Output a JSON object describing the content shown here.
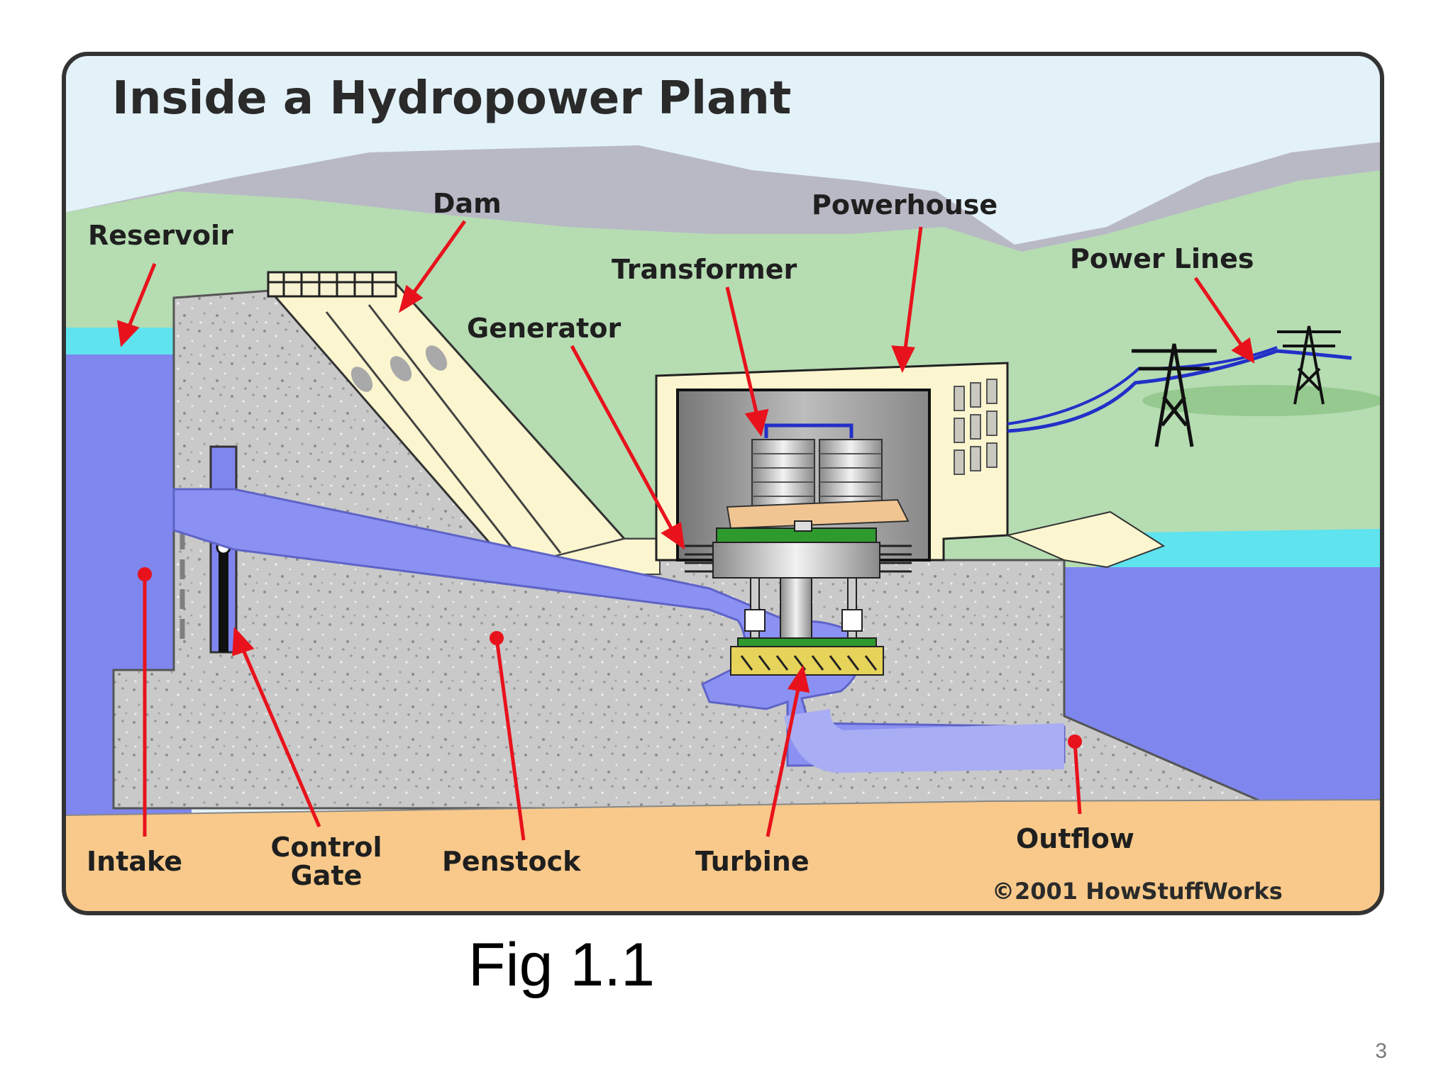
{
  "diagram": {
    "title": "Inside a Hydropower Plant",
    "labels": {
      "reservoir": "Reservoir",
      "dam": "Dam",
      "powerhouse": "Powerhouse",
      "transformer": "Transformer",
      "generator": "Generator",
      "power_lines": "Power Lines",
      "intake": "Intake",
      "control_gate_line1": "Control",
      "control_gate_line2": "Gate",
      "penstock": "Penstock",
      "turbine": "Turbine",
      "outflow": "Outflow"
    },
    "copyright": "©2001 HowStuffWorks",
    "colors": {
      "arrow": "#e8121c",
      "water": "#7f86ee",
      "surface_water": "#5fe3ef",
      "concrete": "#c9c9c9",
      "ground": "#f8c98a",
      "hills": "#b6dcb2",
      "sky": "#e3f1f8"
    }
  },
  "caption": "Fig 1.1",
  "page_number": "3"
}
